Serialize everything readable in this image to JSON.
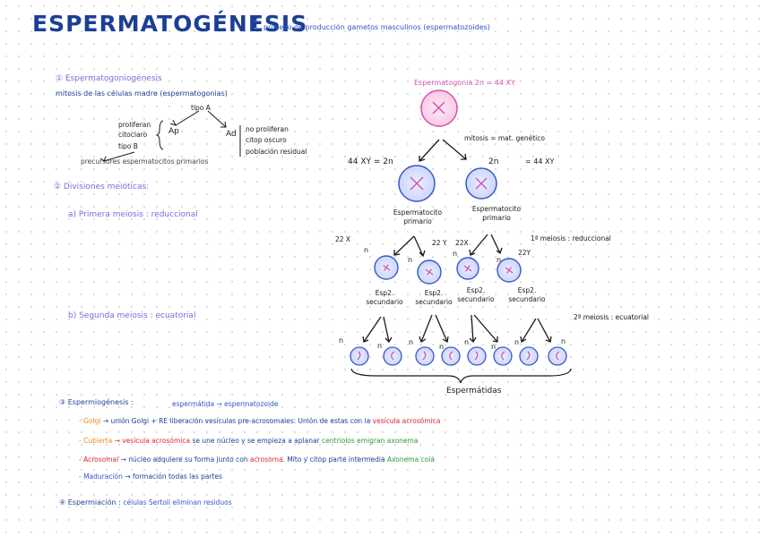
{
  "title": "ESPERMATOGÉNESIS",
  "title_colon": ":",
  "subtitle": "proceso de producción gametos masculinos (espermatozoides)",
  "section1": {
    "heading": "① Espermatogoniogénesis",
    "line": "mitosis de las células madre (espermatogonias)",
    "tipo_a": "tipo A",
    "ap_list": [
      "proliferan",
      "citoclaro",
      "tipo B"
    ],
    "ap": "Ap",
    "ad": "Ad",
    "ad_list": [
      "no proliferan",
      "citop oscuro",
      "población residual"
    ],
    "precursor": "precursores espermatocitos primarios"
  },
  "section2": {
    "heading": "② Divisiones meióticas:",
    "a": "a) Primera meiosis : reduccional",
    "b": "b) Segunda meiosis : ecuatorial"
  },
  "diagram": {
    "top_label": "Espermatogonia 2n = 44 XY",
    "mitosis_label": "mitosis = mat. genético",
    "left_ploidy": "44 XY = 2n",
    "right_ploidy_2n": "2n",
    "right_ploidy": "= 44 XY",
    "primary_left": "Espermatocito primario",
    "primary_right": "Espermatocito primario",
    "meiosis1_label": "1ª meiosis : reduccional",
    "c22x": "22 X",
    "c22y_a": "22 Y",
    "c22x_b": "22X",
    "c22y_b": "22Y",
    "n": "n",
    "secondary": [
      "Esp2. secundario",
      "Esp2. secundario",
      "Esp2. secundario",
      "Esp2. secundario"
    ],
    "meiosis2_label": "2ª meiosis : ecuatorial",
    "spermatids": "Espermátidas"
  },
  "section3": {
    "heading": "③ Espermiogénesis :",
    "heading_tail": "espermátida → espermatozoide",
    "golgi_label": "- Golgi",
    "golgi_text": "→ unión Golgi + RE liberación vesículas pre-acrosomales. Unión de estas con la",
    "golgi_red": "vesícula acrosómica",
    "cubierta_label": "- Cubierta",
    "cubierta_red": "→ vesícula acrosómica",
    "cubierta_text": "se une núcleo y se empieza a aplanar",
    "cubierta_green": "centriolos emigran axonema",
    "acrosomal_label": "- Acrosomal",
    "acrosomal_text": "→ núcleo adquiere su forma junto con",
    "acrosomal_red": "acrosoma",
    "acrosomal_text2": ". Mito y citop parte intermedia",
    "acrosomal_green": "Axonema cola",
    "maduracion_label": "- Maduración",
    "maduracion_text": "→ formación todas las partes"
  },
  "section4": {
    "heading": "④ Espermiación :",
    "text": "células Sertoli eliminan residuos"
  },
  "colors": {
    "title": "#1b3f96",
    "blue": "#2f56c9",
    "purple": "#8565d8",
    "pink": "#d154ac",
    "orange": "#f08a1a",
    "red": "#e0242b",
    "green": "#2f9a2e"
  }
}
